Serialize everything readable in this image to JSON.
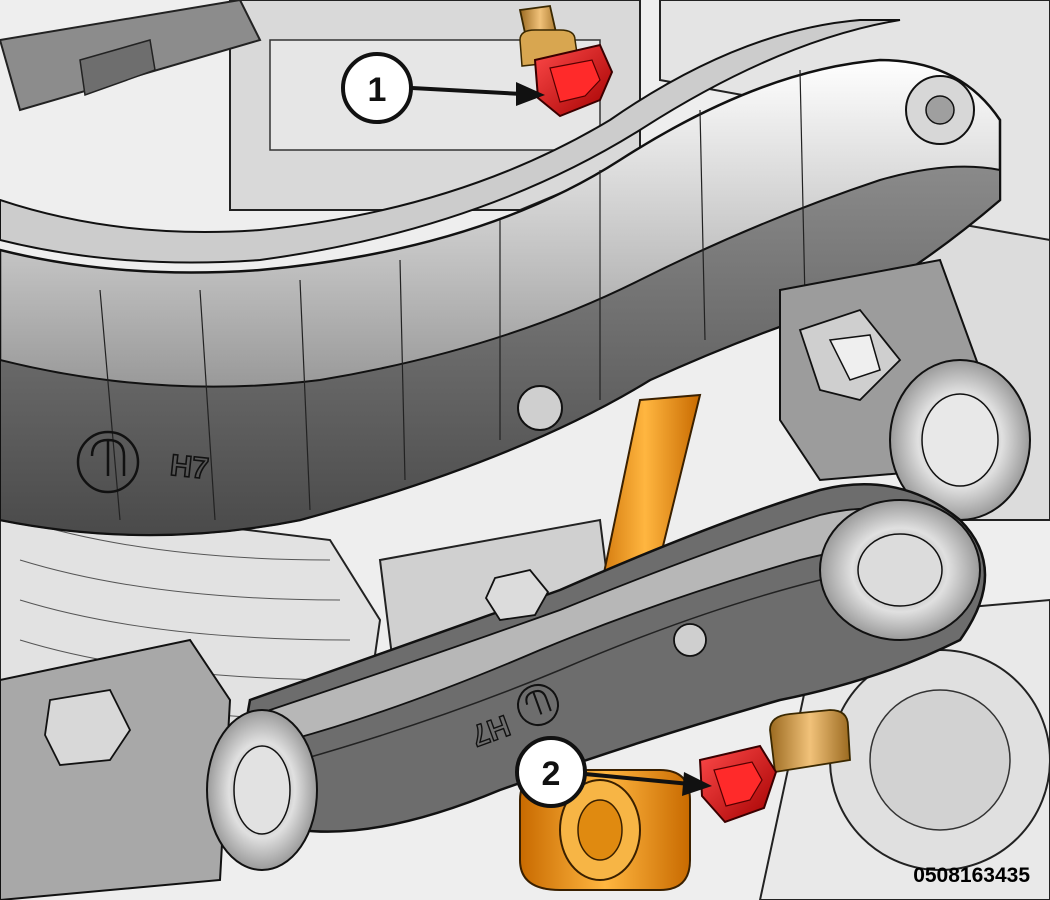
{
  "figure": {
    "callouts": [
      {
        "label": "1"
      },
      {
        "label": "2"
      }
    ],
    "reference_code": "0508163435",
    "arm_stamps": [
      {
        "text": "H7"
      },
      {
        "text": "H7"
      }
    ],
    "colors": {
      "background": "#f2f2f2",
      "arm_light": "#cfcfcf",
      "arm_dark": "#5e5e5e",
      "arm_mid": "#9a9a9a",
      "outline": "#1a1a1a",
      "highlight_nut": "#e10f0f",
      "stabilizer_link": "#f29a12",
      "bolt_brass": "#d9a046"
    }
  }
}
